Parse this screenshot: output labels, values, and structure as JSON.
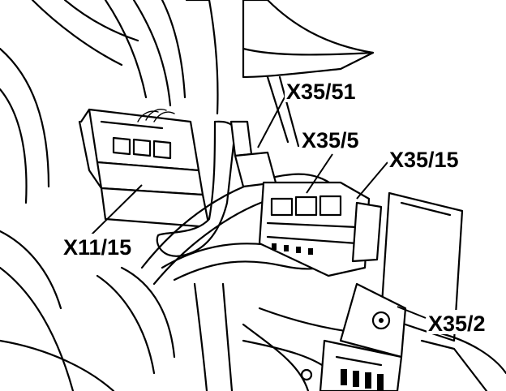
{
  "labels": {
    "x35_51": "X35/51",
    "x35_5": "X35/5",
    "x35_15": "X35/15",
    "x11_15": "X11/15",
    "x35_2": "X35/2"
  },
  "colors": {
    "ink": "#000000",
    "paper": "#ffffff"
  }
}
